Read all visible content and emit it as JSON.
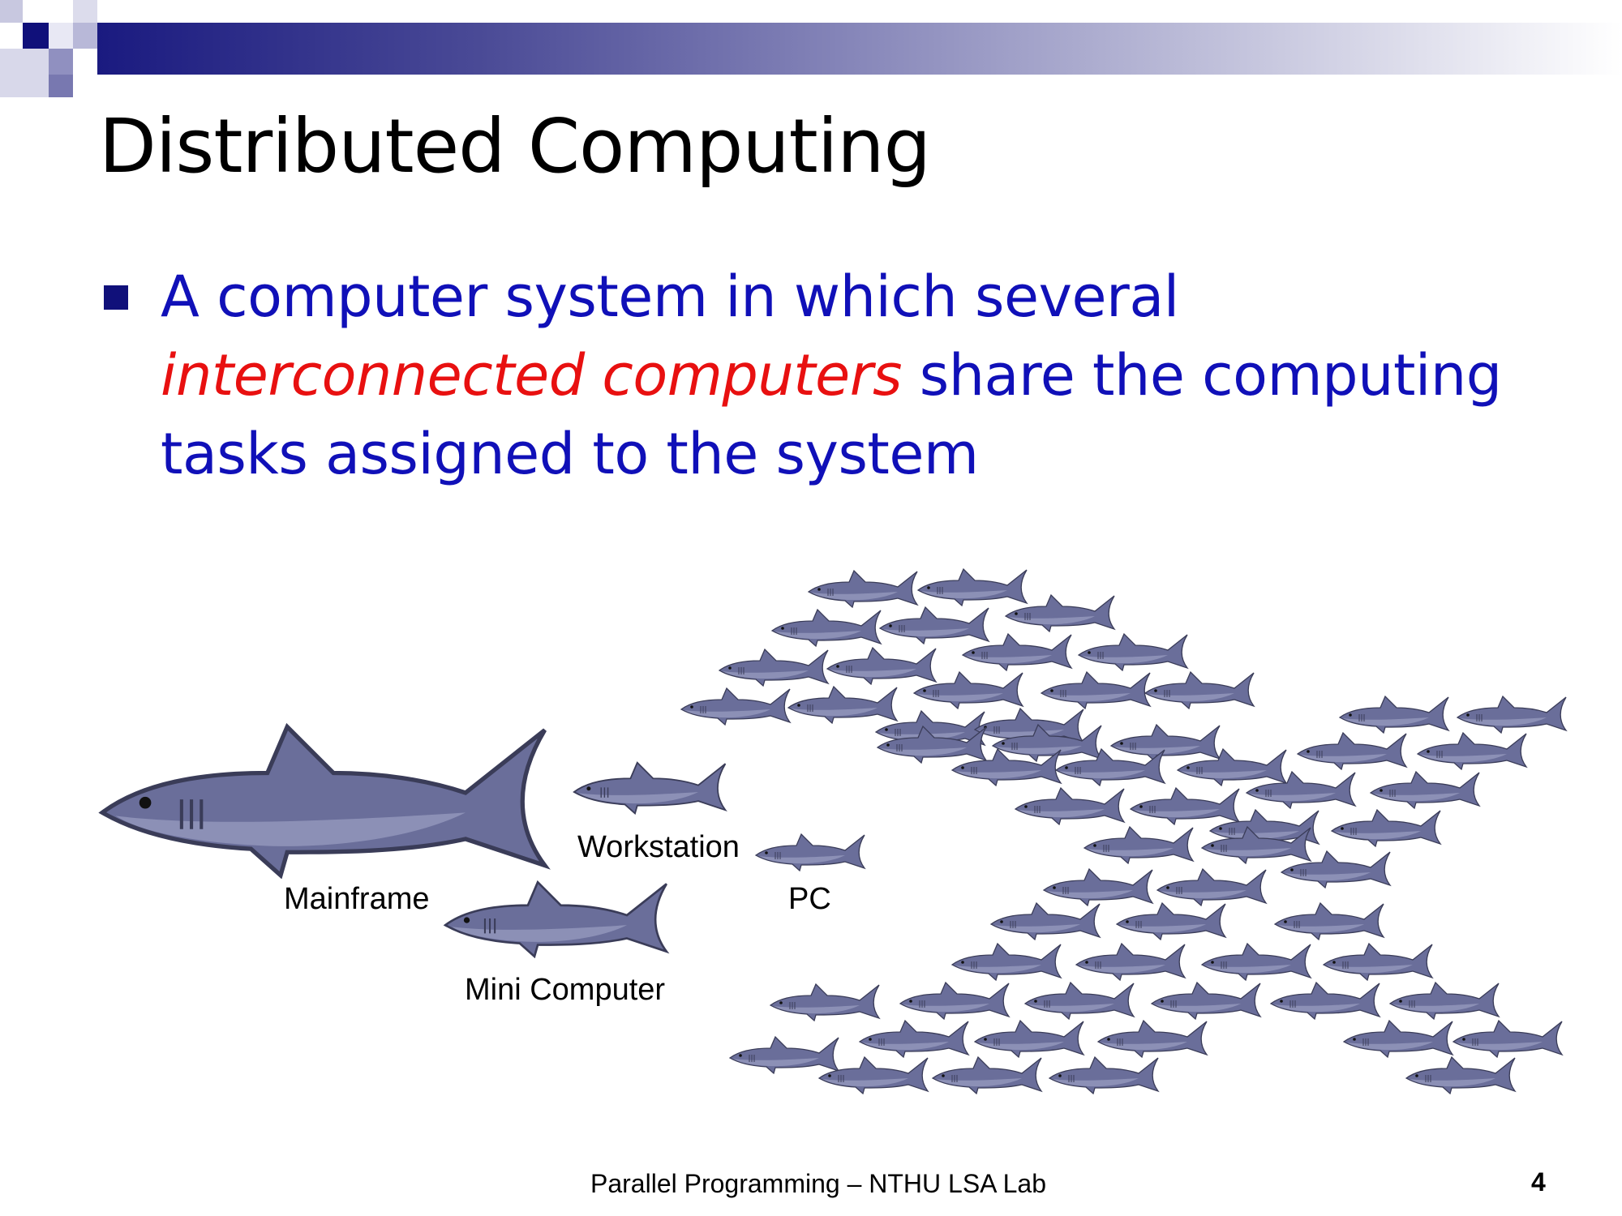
{
  "slide": {
    "title": "Distributed Computing",
    "bullet": {
      "part1": "A computer system in which several ",
      "emphasis": "interconnected computers",
      "part2": " share the computing tasks assigned to the system"
    },
    "labels": {
      "mainframe": "Mainframe",
      "mini_computer": "Mini Computer",
      "workstation": "Workstation",
      "pc": "PC"
    },
    "footer": "Parallel Programming – NTHU LSA Lab",
    "page_number": "4"
  },
  "colors": {
    "title_text": "#000000",
    "bullet_text": "#1010b8",
    "emphasis_text": "#e81010",
    "shark_body": "#6a6e9a",
    "shark_belly": "#8c90b6",
    "accent_dark": "#10107a"
  }
}
